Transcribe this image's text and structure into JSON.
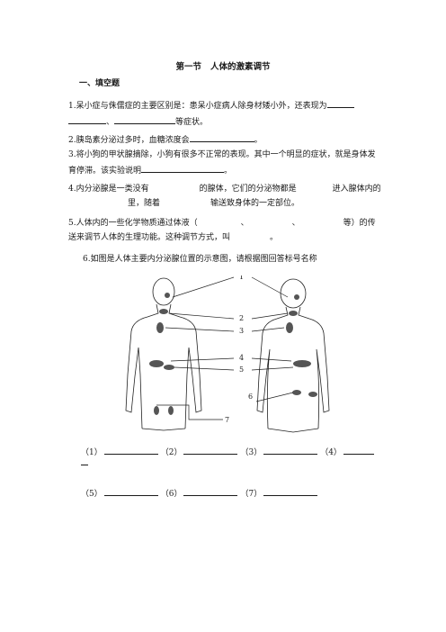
{
  "title": "第一节   人体的激素调节",
  "section": "一、填空题",
  "questions": {
    "q1_a": "1.呆小症与侏儒症的主要区别是：患呆小症病人除身材矮小外，还表现为",
    "q1_b": "、",
    "q1_c": "等症状。",
    "q2_a": "2.胰岛素分泌过多时，血糖浓度会",
    "q2_b": "。",
    "q3_a": "3.将小狗的甲状腺摘除，小狗有很多不正常的表现。其中一个明显的症状，就是身体发育停滞。该实验说明",
    "q3_b": "。",
    "q4_a": "4.内分泌腺是一类没有",
    "q4_b": "的腺体，它们的分泌物都是",
    "q4_c": "进入腺体内的",
    "q4_d": "里，随着",
    "q4_e": "输送致身体的一定部位。",
    "q5_a": "5.人体内的一些化学物质通过体液（",
    "q5_b": "、",
    "q5_c": "、",
    "q5_d": "等）的传送来调节人体的生理功能。这种调节方式，叫",
    "q5_e": "。",
    "q6": "6.如图是人体主要内分泌腺位置的示意图，请根据图回答标号名称"
  },
  "diagram": {
    "labels": [
      "1",
      "2",
      "3",
      "4",
      "5",
      "6",
      "7"
    ]
  },
  "answers": {
    "row1": [
      "（1）",
      "（2）",
      "（3）",
      "（4）"
    ],
    "row2": [
      "（5）",
      "（6）",
      "（7）"
    ]
  }
}
